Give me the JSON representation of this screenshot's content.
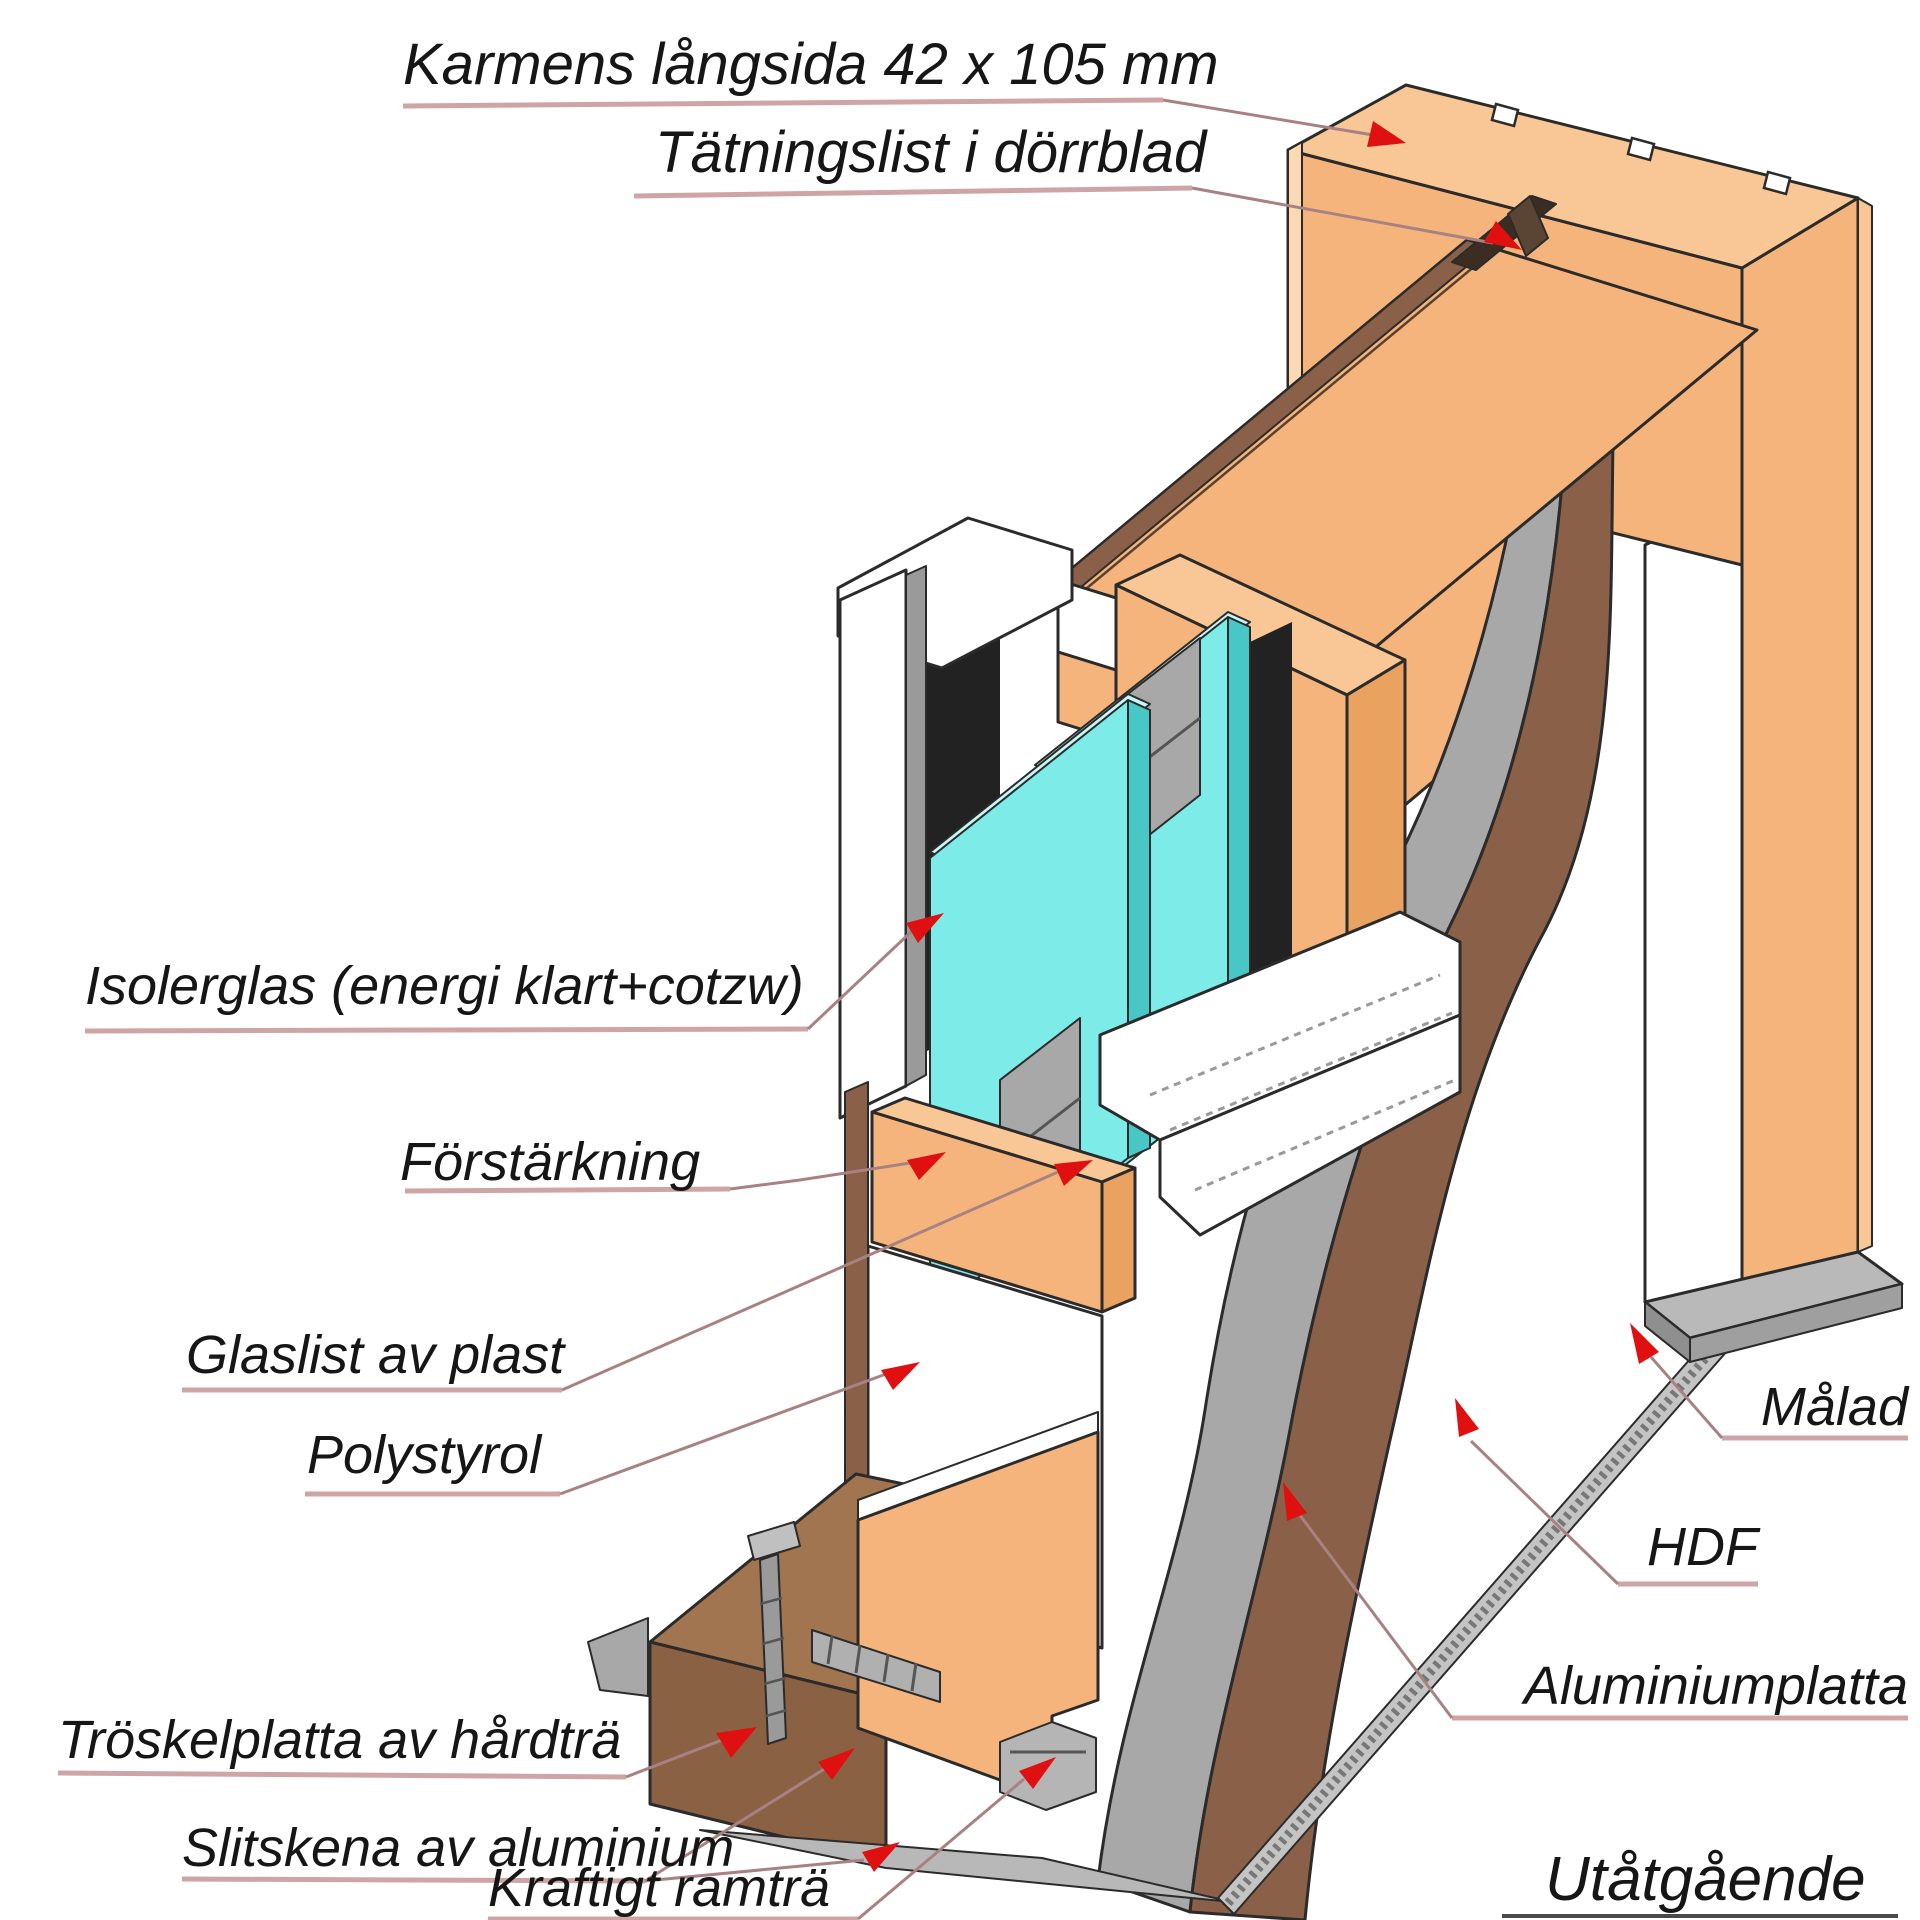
{
  "diagram": {
    "kind": "door cross-section isometric cutaway",
    "labels": {
      "frame_side": "Karmens långsida 42 x 105 mm",
      "seal": "Tätningslist i dörrblad",
      "glass": "Isolerglas (energi klart+cotzw)",
      "reinforcement": "Förstärkning",
      "glazing_bead": "Glaslist av plast",
      "polystyrene": "Polystyrol",
      "painted": "Målad",
      "hdf": "HDF",
      "aluminium_plate": "Aluminiumplatta",
      "threshold": "Tröskelplatta av hårdträ",
      "wear_strip": "Slitskena av aluminium",
      "frame_wood": "Kraftigt ramträ",
      "direction": "Utåtgående"
    },
    "colors": {
      "wood": "#f4b47c",
      "wood_light": "#f8c795",
      "wood_dark": "#e9a260",
      "hdf_brown": "#8a6148",
      "threshold_top": "#a07550",
      "threshold_front": "#8a6243",
      "glass": "#7dece9",
      "glass_light": "#c8f7f7",
      "glass_edge": "#49c7c7",
      "aluminium": "#a8a8a8",
      "aluminium_light": "#c4c4c4",
      "gap_black": "#222222",
      "white_paint": "#ffffff",
      "arrow_red": "#e01010",
      "leader": "#a88282",
      "underline": "#cfa4a4"
    }
  }
}
